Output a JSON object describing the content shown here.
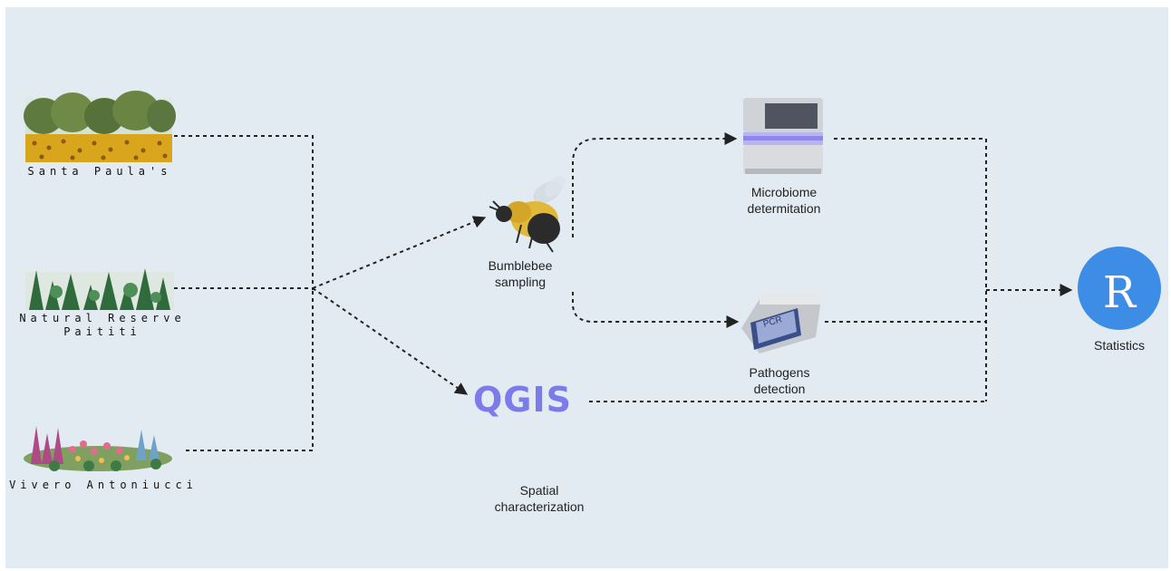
{
  "sites": [
    {
      "label": "Santa Paula's"
    },
    {
      "label_line1": "Natural Reserve",
      "label_line2": "Paititi"
    },
    {
      "label": "Vivero Antoniucci"
    }
  ],
  "nodes": {
    "bumblebee": {
      "line1": "Bumblebee",
      "line2": "sampling"
    },
    "microbiome": {
      "line1": "Microbiome",
      "line2": "determitation"
    },
    "pathogens": {
      "line1": "Pathogens",
      "line2": "detection",
      "device_text": "PCR"
    },
    "spatial": {
      "line1": "Spatial",
      "line2": "characterization",
      "logo_text": "QGIS"
    },
    "statistics": {
      "label": "Statistics",
      "logo_text": "R"
    }
  },
  "colors": {
    "background": "#e3ebf2",
    "connector": "#222222",
    "r_logo": "#3d8ce6",
    "qgis_logo": "#7c7bea"
  },
  "icons": [
    "sunflower-field-icon",
    "forest-icon",
    "flower-garden-icon",
    "bumblebee-icon",
    "sequencer-icon",
    "pcr-machine-icon",
    "qgis-logo",
    "r-logo"
  ]
}
